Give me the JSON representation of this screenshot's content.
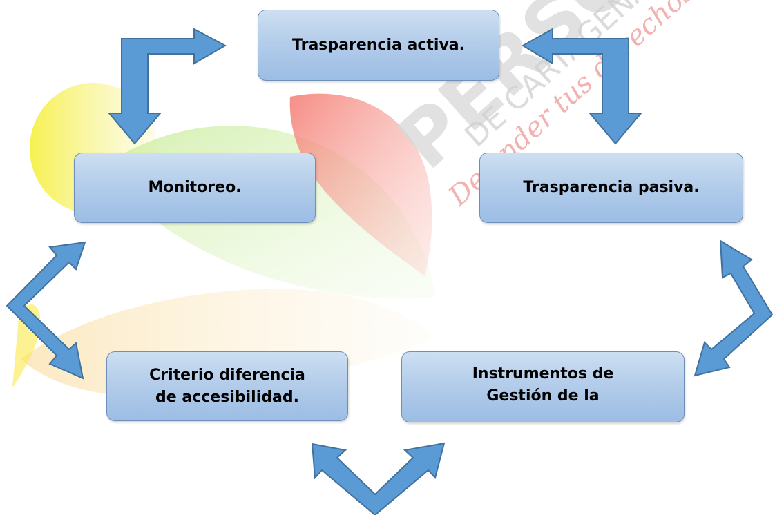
{
  "diagram": {
    "boxes": {
      "active_transparency": "Trasparencia activa.",
      "monitoring": "Monitoreo.",
      "passive_transparency": "Trasparencia pasiva.",
      "differential_criteria": [
        "Criterio diferencia",
        "de accesibilidad."
      ],
      "management_instruments": [
        "Instrumentos de",
        "Gestión de la"
      ]
    },
    "watermark": {
      "line1": "PERSONERÍA",
      "line2": "DE CARTAGENA",
      "line3": "Defender tus derechos"
    },
    "colors": {
      "box_fill": "#b4cdea",
      "box_border": "#6f8fb8",
      "arrow_fill": "#5b9bd5",
      "arrow_stroke": "#41719c"
    }
  }
}
